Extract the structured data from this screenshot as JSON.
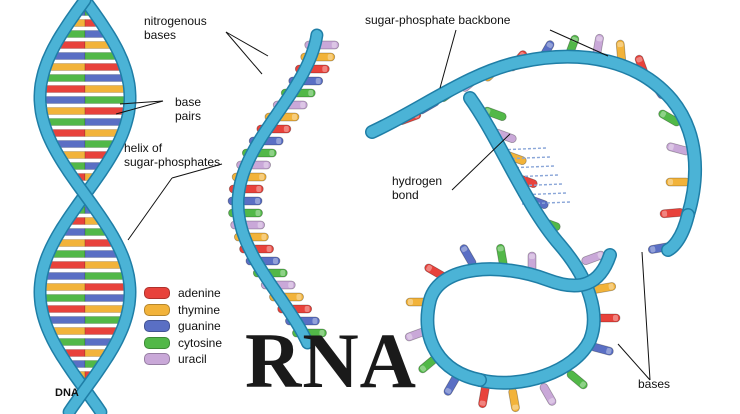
{
  "labels": {
    "nitrogenous_bases": "nitrogenous\nbases",
    "base_pairs": "base\npairs",
    "helix": "helix of\nsugar-phosphates",
    "backbone": "sugar-phosphate backbone",
    "hydrogen_bond": "hydrogen\nbond",
    "bases": "bases",
    "dna": "DNA",
    "rna": "RNA"
  },
  "legend": [
    {
      "name": "adenine",
      "color": "#e8423b"
    },
    {
      "name": "thymine",
      "color": "#f2b33a"
    },
    {
      "name": "guanine",
      "color": "#5a6fc4"
    },
    {
      "name": "cytosine",
      "color": "#52b848"
    },
    {
      "name": "uracil",
      "color": "#c9a8d8"
    }
  ],
  "colors": {
    "backbone_fill": "#4bb3d6",
    "backbone_stroke": "#1f7ea6",
    "hydrogen_bond": "#8aa6d8"
  }
}
